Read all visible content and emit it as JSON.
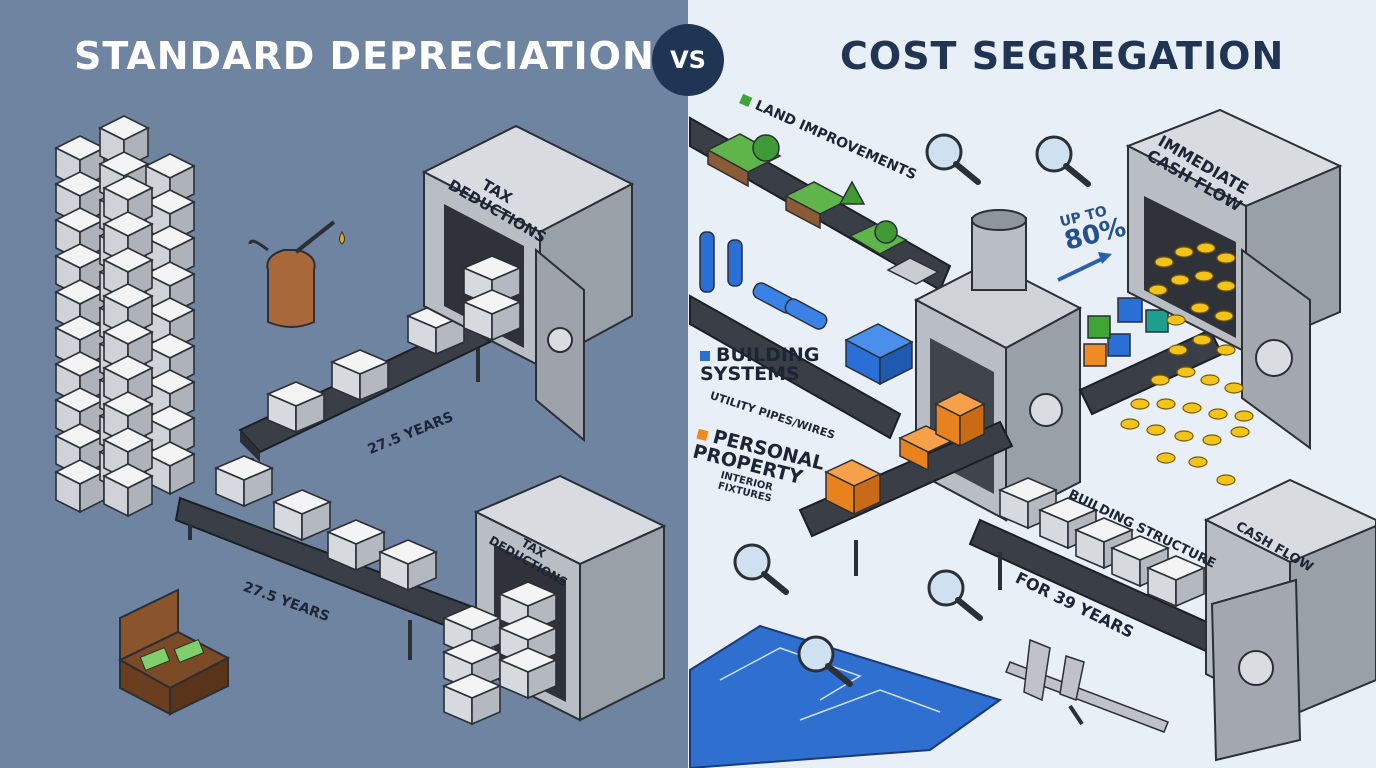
{
  "left": {
    "title": "STANDARD DEPRECIATION",
    "safe_top_label": "TAX DEDUCTIONS",
    "safe_bottom_label": "TAX DEDUCTIONS",
    "belt_top_label": "27.5 YEARS",
    "belt_bottom_label": "27.5 YEARS"
  },
  "vs": "VS",
  "right": {
    "title": "COST SEGREGATION",
    "land": {
      "label": "LAND IMPROVEMENTS",
      "marker_color": "#3fa535"
    },
    "systems": {
      "label_line1": "BUILDING",
      "label_line2": "SYSTEMS",
      "sublabel": "UTILITY PIPES/WIRES",
      "marker_color": "#2a6fd6"
    },
    "personal": {
      "label_line1": "PERSONAL",
      "label_line2": "PROPERTY",
      "sublabel_line1": "INTERIOR",
      "sublabel_line2": "FIXTURES",
      "marker_color": "#f08a24"
    },
    "boost_label_line1": "UP TO",
    "boost_label_line2": "80%",
    "safe_top_label": "IMMEDIATE CASH FLOW",
    "structure_label": "BUILDING STRUCTURE",
    "years_label": "FOR 39 YEARS",
    "safe_bottom_label": "CASH FLOW"
  },
  "colors": {
    "left_bg": "#6f84a0",
    "right_bg": "#e9eff6",
    "title_dark": "#1f3553",
    "coin": "#f2c417"
  }
}
